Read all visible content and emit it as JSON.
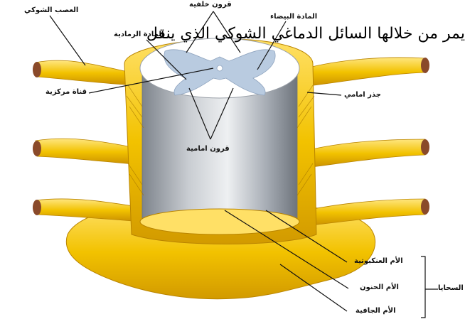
{
  "overlay_text": "يمر من خلالها السائل الدماغي الشوكي الذي ينقل",
  "labels": {
    "dorsal_horns": "قرون خلفية",
    "white_matter": "المادة البيضاء",
    "spinal_nerve": "العصب الشوكي",
    "gray_matter": "المادة الرمادية",
    "central_canal": "قناة مركزية",
    "ventral_root": "جذر امامي",
    "ventral_horns": "قرون امامية",
    "arachnoid": "الأم العنكبوتية",
    "pia_mater": "الأم الحنون",
    "dura_mater": "الأم الجافية",
    "meninges": "السحايا"
  },
  "colors": {
    "nerve_yellow": "#f2c200",
    "nerve_shadow": "#d29a00",
    "nerve_light": "#ffe066",
    "cord_gray": "#b7bcc3",
    "gray_matter": "#b9cbe0",
    "nerve_tip": "#8a4a2a"
  }
}
